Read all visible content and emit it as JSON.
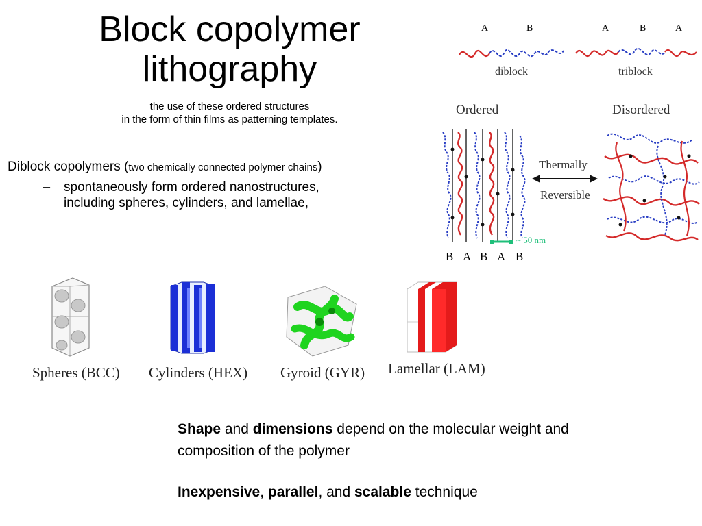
{
  "title": {
    "line1": "Block copolymer",
    "line2": "lithography"
  },
  "subtitle": {
    "line1": "the use of these ordered structures",
    "line2": "in the form of thin films as patterning templates."
  },
  "bullet": {
    "main": "Diblock copolymers (",
    "paren": "two chemically connected polymer chains",
    "close": ")",
    "dash": "–",
    "sub_line1": "spontaneously form ordered nanostructures,",
    "sub_line2": "including spheres, cylinders, and lamellae,"
  },
  "figure_top": {
    "diblock_labels": [
      "A",
      "B"
    ],
    "triblock_labels": [
      "A",
      "B",
      "A"
    ],
    "diblock": "diblock",
    "triblock": "triblock",
    "ordered": "Ordered",
    "disordered": "Disordered",
    "thermally": "Thermally",
    "reversible": "Reversible",
    "scale": "~ 50 nm",
    "bottom_labels": [
      "B",
      "A",
      "B",
      "A",
      "B"
    ],
    "colors": {
      "A": "#d42a2a",
      "B": "#2a3fc4",
      "scale": "#1fbf7a"
    }
  },
  "morphologies": [
    {
      "label": "Spheres (BCC)",
      "icon": "spheres-bcc-icon"
    },
    {
      "label": "Cylinders (HEX)",
      "icon": "cylinders-hex-icon"
    },
    {
      "label": "Gyroid (GYR)",
      "icon": "gyroid-icon"
    },
    {
      "label": "Lamellar (LAM)",
      "icon": "lamellar-icon"
    }
  ],
  "notes": {
    "p1_b1": "Shape",
    "p1_t1": " and ",
    "p1_b2": "dimensions",
    "p1_t2": " depend on the molecular weight  and",
    "p1_line2": "composition of the polymer",
    "p2_b1": "Inexpensive",
    "p2_t1": ", ",
    "p2_b2": "parallel",
    "p2_t2": ", and ",
    "p2_b3": "scalable",
    "p2_t3": " technique"
  }
}
